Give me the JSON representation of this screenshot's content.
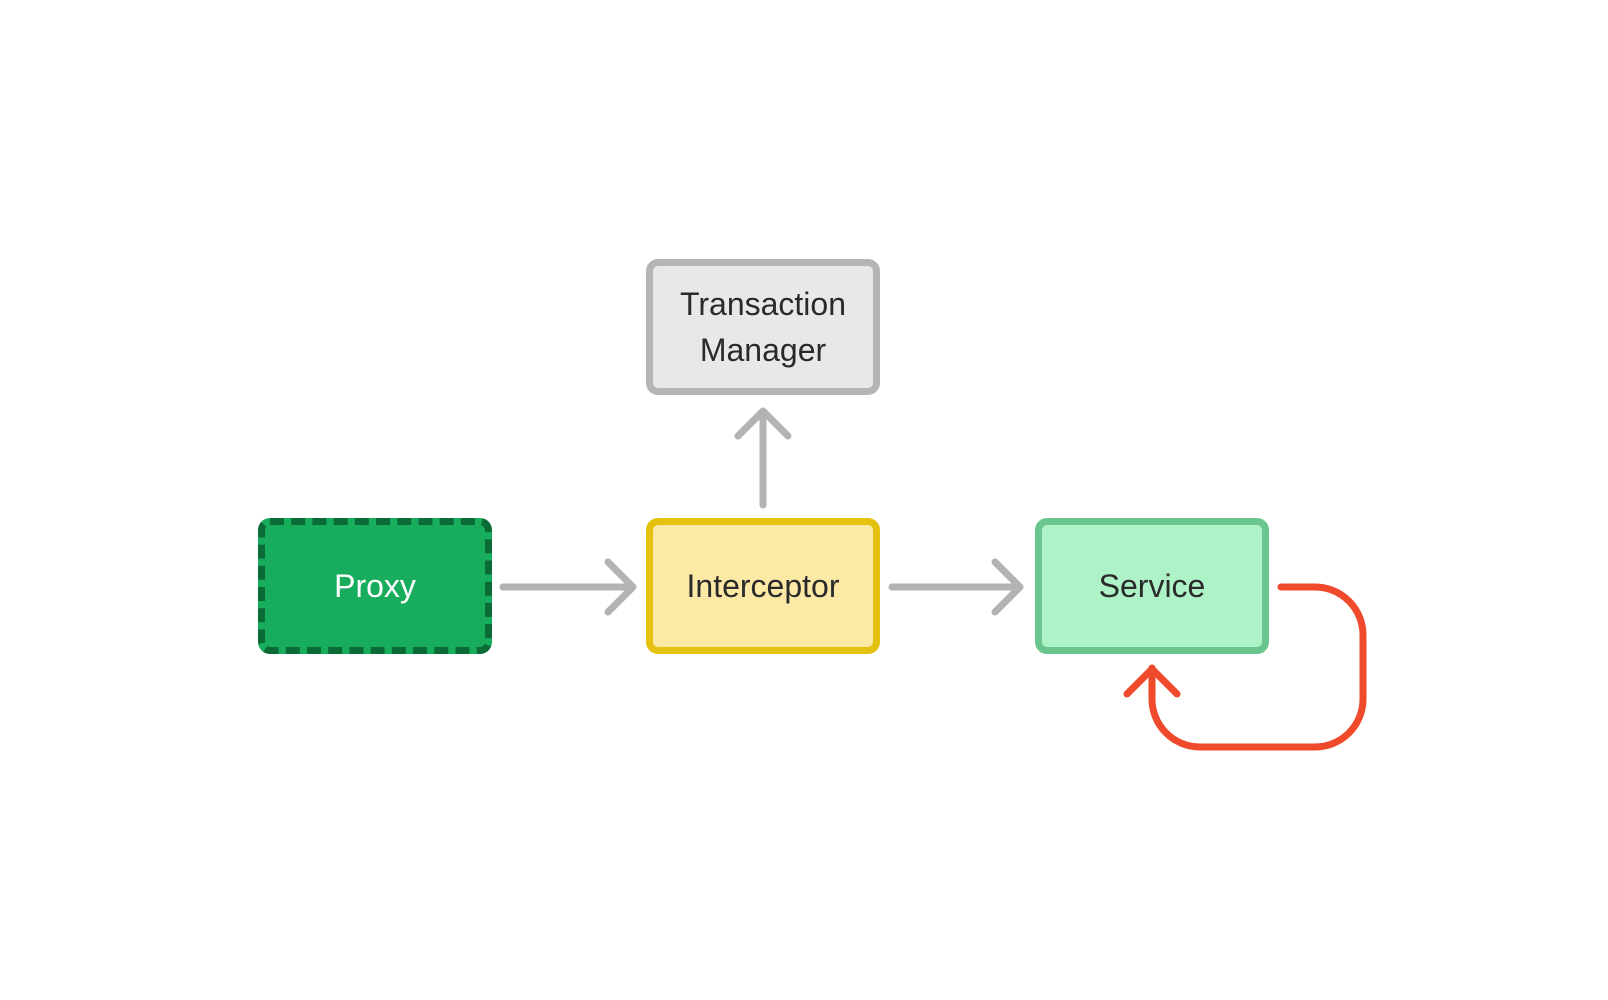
{
  "nodes": {
    "proxy": {
      "label": "Proxy",
      "fill": "#17ad5c",
      "border": "#0b6b37",
      "border_style": "dashed"
    },
    "interceptor": {
      "label": "Interceptor",
      "fill": "#fde9a6",
      "border": "#e3c10d"
    },
    "service": {
      "label": "Service",
      "fill": "#aef3c7",
      "border": "#6ac58f"
    },
    "transaction_manager": {
      "label_line1": "Transaction",
      "label_line2": "Manager",
      "fill": "#e8e8e8",
      "border": "#b5b5b5"
    }
  },
  "edges": [
    {
      "from": "Proxy",
      "to": "Interceptor",
      "color": "#b3b3b3"
    },
    {
      "from": "Interceptor",
      "to": "Service",
      "color": "#b3b3b3"
    },
    {
      "from": "Interceptor",
      "to": "Transaction Manager",
      "color": "#b3b3b3"
    },
    {
      "from": "Service",
      "to": "Service",
      "color": "#ef4a2b"
    }
  ]
}
